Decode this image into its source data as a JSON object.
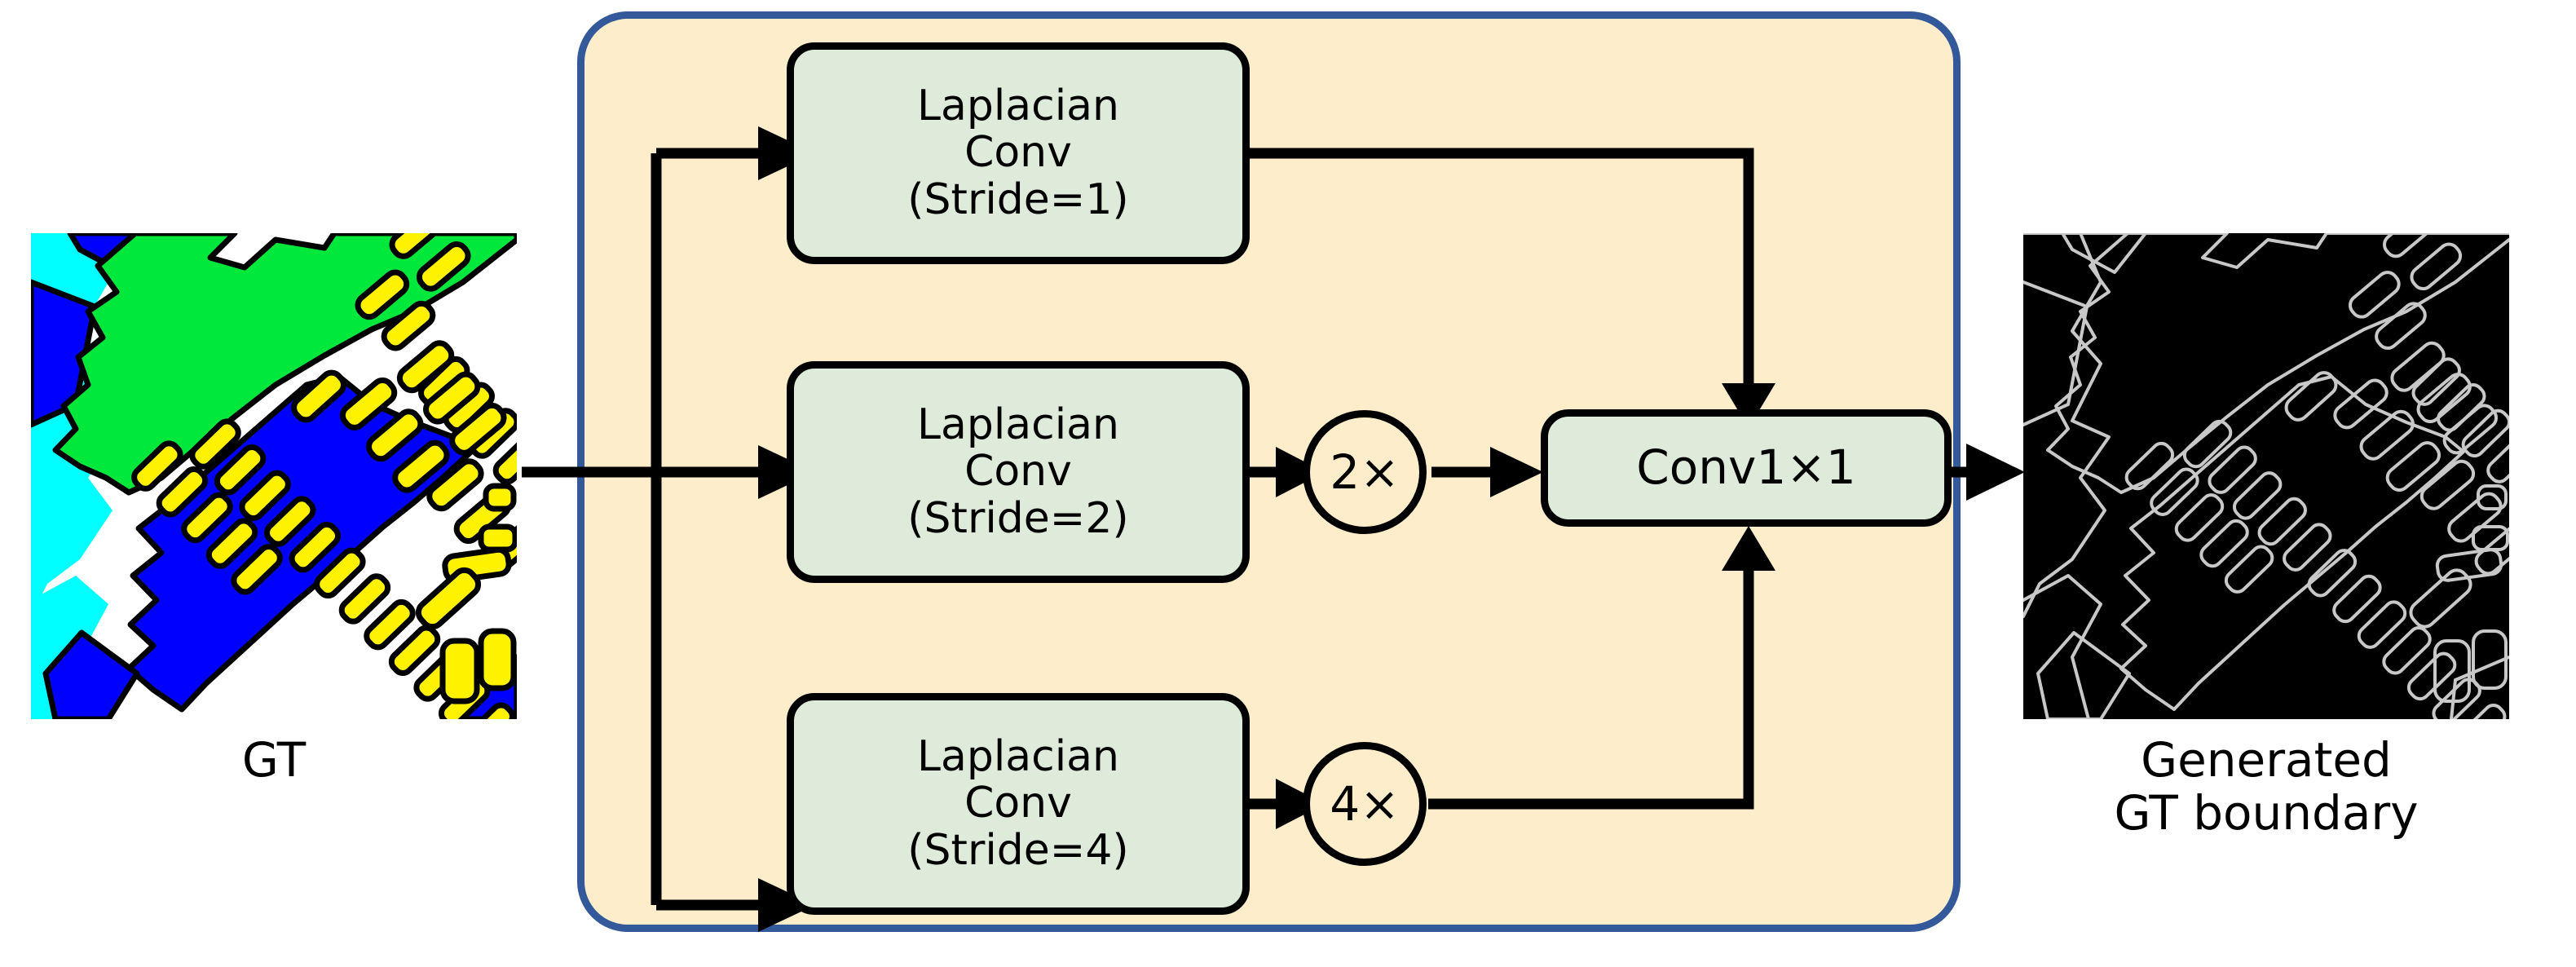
{
  "diagram": {
    "title": "Laplacian multi-scale GT boundary generation module",
    "container": {
      "fill_color": "#FDEDCB",
      "border_color": "#33599A"
    },
    "box_fill_color": "#DFEBDA",
    "box_border_color": "#000000",
    "arrow_color": "#000000"
  },
  "inputs": {
    "gt": {
      "caption": "GT",
      "alt": "ground-truth semantic segmentation map",
      "colors": {
        "background": "#FFFFFF",
        "cyan": "#00FFFF",
        "blue": "#0000FF",
        "green": "#00E83C",
        "yellow": "#FFF200",
        "outline": "#000000"
      }
    }
  },
  "outputs": {
    "boundary": {
      "caption": "Generated\nGT boundary",
      "alt": "binary boundary map generated from GT",
      "colors": {
        "background": "#000000",
        "edge": "#C8C8C8"
      }
    }
  },
  "branches": [
    {
      "id": "top",
      "box_label": "Laplacian\nConv\n(Stride=1)",
      "stride": 1,
      "upsample": null
    },
    {
      "id": "middle",
      "box_label": "Laplacian\nConv\n(Stride=2)",
      "stride": 2,
      "upsample": "2×"
    },
    {
      "id": "bottom",
      "box_label": "Laplacian\nConv\n(Stride=4)",
      "stride": 4,
      "upsample": "4×"
    }
  ],
  "fusion": {
    "label": "Conv1×1"
  }
}
